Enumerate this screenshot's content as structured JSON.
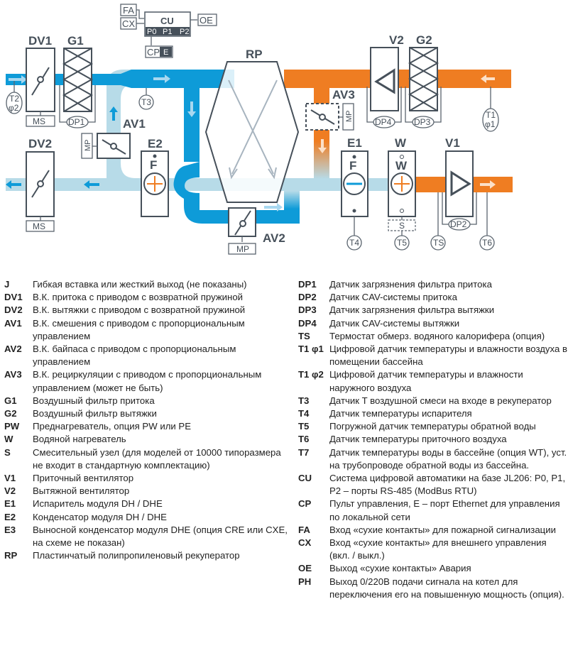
{
  "diagram": {
    "control": {
      "fa": "FA",
      "cx": "CX",
      "cu": "CU",
      "oe": "OE",
      "ports": [
        "P0",
        "P1",
        "P2"
      ],
      "cp": "CP",
      "e": "E"
    },
    "labels": {
      "dv1": "DV1",
      "g1": "G1",
      "dv2": "DV2",
      "av1": "AV1",
      "e2": "E2",
      "rp": "RP",
      "av2": "AV2",
      "av3": "AV3",
      "v2": "V2",
      "g2": "G2",
      "e1": "E1",
      "w": "W",
      "v1": "V1"
    },
    "small": {
      "ms": "MS",
      "mp": "MP",
      "dp1": "DP1",
      "dp2": "DP2",
      "dp3": "DP3",
      "dp4": "DP4",
      "t1": "T1",
      "phi1": "φ1",
      "t2": "T2",
      "phi2": "φ2",
      "t3": "T3",
      "t4": "T4",
      "t5": "T5",
      "t6": "T6",
      "ts": "TS",
      "s": "S",
      "f": "F",
      "w_inner": "W"
    },
    "colors": {
      "supply_dark": "#0e9bd8",
      "supply_light": "#b7dbe8",
      "exhaust": "#ef7d22",
      "stroke": "#46505a"
    }
  },
  "legend": {
    "left": [
      {
        "code": "J",
        "desc": "Гибкая вставка или жесткий выход (не показаны)"
      },
      {
        "code": "DV1",
        "desc": "В.К. притока с приводом с возвратной пружиной"
      },
      {
        "code": "DV2",
        "desc": "В.К. вытяжки с приводом с возвратной пружиной"
      },
      {
        "code": "AV1",
        "desc": "В.К. смешения с приводом с пропорциональным управлением"
      },
      {
        "code": "AV2",
        "desc": "В.К. байпаса с приводом с пропорциональным управлением"
      },
      {
        "code": "AV3",
        "desc": "В.К. рециркуляции с приводом с пропорциональным управлением (может не быть)"
      },
      {
        "code": "G1",
        "desc": "Воздушный фильтр притока"
      },
      {
        "code": "G2",
        "desc": "Воздушный фильтр вытяжки"
      },
      {
        "code": "PW",
        "desc": "Преднагреватель, опция PW или PE"
      },
      {
        "code": "W",
        "desc": "Водяной нагреватель"
      },
      {
        "code": "S",
        "desc": "Смесительный узел (для моделей от 10000 типоразмера не входит в стандартную комплектацию)"
      },
      {
        "code": "V1",
        "desc": "Приточный вентилятор"
      },
      {
        "code": "V2",
        "desc": "Вытяжной вентилятор"
      },
      {
        "code": "E1",
        "desc": "Испаритель модуля DH / DHE"
      },
      {
        "code": "E2",
        "desc": "Конденсатор модуля DH / DHE"
      },
      {
        "code": "E3",
        "desc": "Выносной конденсатор модуля DHE (опция CRE или CXE, на схеме не показан)"
      },
      {
        "code": "RP",
        "desc": "Пластинчатый полипропиленовый рекуператор"
      }
    ],
    "right": [
      {
        "code": "DP1",
        "desc": "Датчик загрязнения фильтра притока"
      },
      {
        "code": "DP2",
        "desc": "Датчик CAV-системы притока"
      },
      {
        "code": "DP3",
        "desc": "Датчик загрязнения фильтра вытяжки"
      },
      {
        "code": "DP4",
        "desc": "Датчик CAV-системы вытяжки"
      },
      {
        "code": "TS",
        "desc": "Термостат обмерз. водяного калорифера (опция)"
      },
      {
        "code": "T1 φ1",
        "desc": "Цифровой датчик температуры и влажности воздуха в помещении бассейна"
      },
      {
        "code": "T1 φ2",
        "desc": "Цифровой датчик температуры  и влажности наружного воздуха"
      },
      {
        "code": "T3",
        "desc": "Датчик T воздушной смеси на входе в рекуператор"
      },
      {
        "code": "T4",
        "desc": "Датчик температуры испарителя"
      },
      {
        "code": "T5",
        "desc": "Погружной датчик температуры обратной воды"
      },
      {
        "code": "T6",
        "desc": "Датчик температуры приточного воздуха"
      },
      {
        "code": "T7",
        "desc": "Датчик температуры воды в бассейне (опция WT), уст. на трубопроводе обратной воды из бассейна."
      },
      {
        "code": "CU",
        "desc": "Система цифровой автоматики на базе JL206: P0, P1, P2 – порты RS-485 (ModBus RTU)"
      },
      {
        "code": "CP",
        "desc": "Пульт управления, E – порт Ethernet для управления по локальной сети"
      },
      {
        "code": "FA",
        "desc": "Вход «сухие контакты» для пожарной сигнализации"
      },
      {
        "code": "CX",
        "desc": "Вход  «сухие контакты» для внешнего управления (вкл. / выкл.)"
      },
      {
        "code": "OE",
        "desc": "Выход «сухие контакты» Авария"
      },
      {
        "code": "PH",
        "desc": "Выход 0/220В подачи сигнала на котел для переключения его на повышенную мощность (опция)."
      }
    ]
  }
}
